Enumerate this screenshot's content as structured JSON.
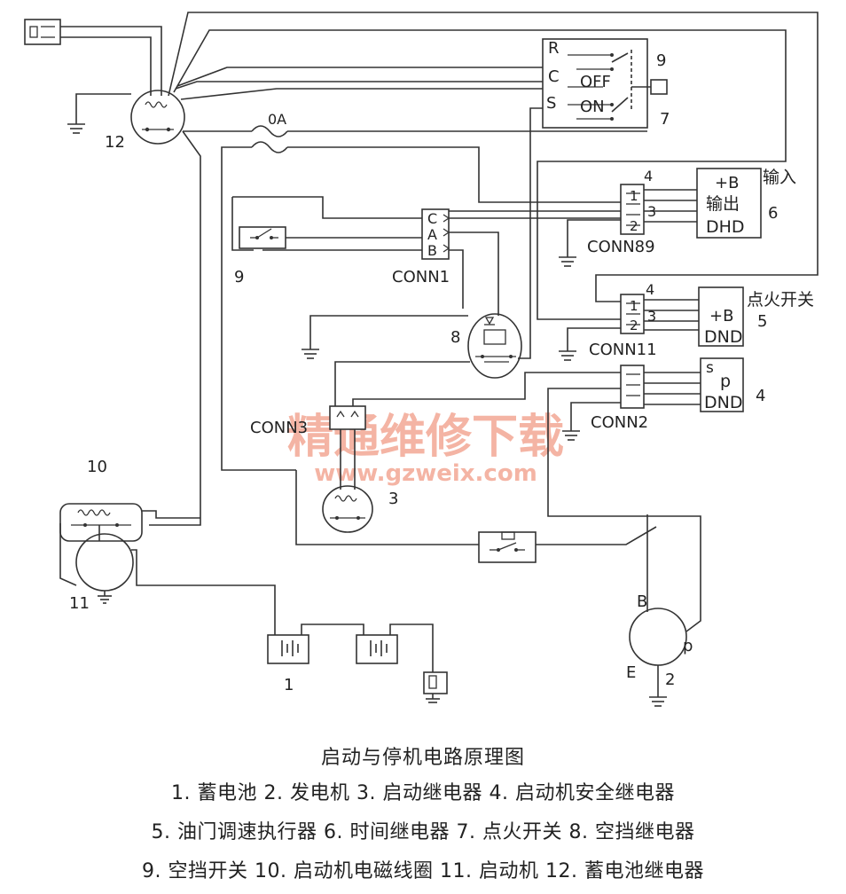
{
  "diagram": {
    "labels": {
      "n12": "12",
      "n9_top": "9",
      "n7": "7",
      "n6": "6",
      "n5": "5",
      "n4": "4",
      "n9_left": "9",
      "n8": "8",
      "n3": "3",
      "n10": "10",
      "n11": "11",
      "n1": "1",
      "n2": "2",
      "fuse": "0A",
      "sw_R": "R",
      "sw_C": "C",
      "sw_S": "S",
      "sw_OFF": "OFF",
      "sw_ON": "ON",
      "conn1": "CONN1",
      "conn1_C": "C",
      "conn1_A": "A",
      "conn1_B": "B",
      "conn89": "CONN89",
      "conn89_1": "1",
      "conn89_2": "2",
      "conn89_4": "4",
      "conn89_3": "3",
      "conn11": "CONN11",
      "conn11_1": "1",
      "conn11_2": "2",
      "conn11_4": "4",
      "conn11_3": "3",
      "conn2": "CONN2",
      "conn3": "CONN3",
      "dhd_b": "+B",
      "dhd_out": "输出",
      "dhd_name": "DHD",
      "dhd_in": "输入",
      "dnd5_b": "+B",
      "dnd5_name": "DND",
      "dnd5_ign": "点火开关",
      "dnd4_s": "s",
      "dnd4_p": "p",
      "dnd4_name": "DND",
      "gen_B": "B",
      "gen_p": "p",
      "gen_E": "E"
    },
    "watermark_cn": "精通维修下载",
    "watermark_url": "www.gzweix.com"
  },
  "caption": {
    "title": "启动与停机电路原理图",
    "line1": "1. 蓄电池  2. 发电机  3. 启动继电器  4. 启动机安全继电器",
    "line2": "5. 油门调速执行器  6. 时间继电器  7. 点火开关  8. 空挡继电器",
    "line3": "9. 空挡开关  10. 启动机电磁线圈  11. 启动机  12. 蓄电池继电器"
  }
}
